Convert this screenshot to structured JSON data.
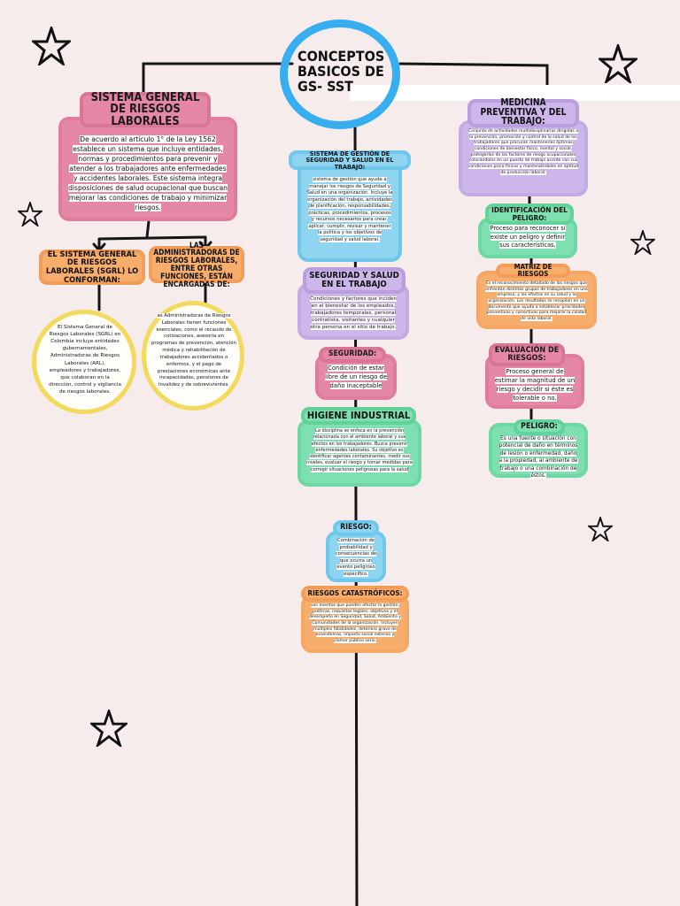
{
  "title": "CONCEPTOS BASICOS DE GS- SST",
  "left": {
    "sgrl_title": "SISTEMA GENERAL DE RIESGOS LABORALES",
    "sgrl_text": "De acuerdo al artículo 1° de la Ley 1562 establece un sistema que incluye entidades, normas y procedimientos para prevenir y atender a los trabajadores ante enfermedades y accidentes laborales. Este sistema integra disposiciones de salud ocupacional que buscan mejorar las condiciones de trabajo y minimizar riesgos.",
    "conforman_title": "EL SISTEMA GENERAL DE RIESGOS LABORALES (SGRL) LO CONFORMAN:",
    "conforman_text": "El Sistema General de Riesgos Laborales (SGRL) en Colombia incluye entidades gubernamentales, Administradoras de Riesgos Laborales (ARL), empleadores y trabajadores, que colaboran en la dirección, control y vigilancia de riesgos laborales.",
    "admin_title": "LAS ADMINISTRADORAS DE RIESGOS LABORALES, ENTRE OTRAS FUNCIONES, ESTÁN ENCARGADAS DE:",
    "admin_text": "as Administradoras de Riesgos Laborales tienen funciones esenciales, como el recaudo de cotizaciones, asesoría en programas de prevención, atención médica y rehabilitación de trabajadores accidentados o enfermos, y el pago de prestaciones económicas ante incapacidades, pensiones de invalidez y de sobrevivientes."
  },
  "center": {
    "sgsst_title": "SISTEMA DE GESTIÓN DE SEGURIDAD Y SALUD EN EL TRABAJO:",
    "sgsst_text": "sistema de gestión que ayuda a manejar los riesgos de Seguridad y Salud en una organización. Incluye la organización del trabajo, actividades de planificación, responsabilidades, prácticas, procedimientos, procesos y recursos necesarios para crear, aplicar, cumplir, revisar y mantener la política y los objetivos de seguridad y salud laboral.",
    "sst_title": "SEGURIDAD Y SALUD EN EL TRABAJO",
    "sst_text": "Condiciones y factores que inciden en el bienestar de los empleados, trabajadores temporales, personal contratista, visitantes y cualquier otra persona en el sitio de trabajo.",
    "seguridad_title": "SEGURIDAD:",
    "seguridad_text": "Condición de estar libre de un riesgo de daño inaceptable",
    "higiene_title": "HIGIENE INDUSTRIAL",
    "higiene_text": "La disciplina se enfoca en la prevención relacionada con el ambiente laboral y sus efectos en los trabajadores. Busca prevenir enfermedades laborales. Su objetivo es identificar agentes contaminantes, medir sus niveles, evaluar el riesgo y tomar medidas para corregir situaciones peligrosas para la salud",
    "riesgo_title": "RIESGO:",
    "riesgo_text": "Combinación de probabilidad y consecuencias de que ocurra un evento peligroso específico.",
    "catas_title": "RIESGOS CATASTRÓFICOS:",
    "catas_text": "son eventos que pueden afectar la gestión, políticas, requisitos legales, objetivos y el desempeño en Seguridad, Salud, Ambiente y Comunidades de la organización. Incluyen múltiples fatalidades, deterioro grave de ecosistemas, impacto social extenso y clamor público serio."
  },
  "right": {
    "medicina_title": "MEDICINA PREVENTIVA Y DEL TRABAJO:",
    "medicina_text": "Conjunto de actividades multidisciplinarias dirigidas a la prevención, promoción y control de la salud de los trabajadores que procuran mantenerles óptimas condiciones de bienestar físico, mental y social, protegerlos de los factores de riesgo ocupacionales colocándolos en un puesto de trabajo acorde con sus condiciones psico-físicas y manteniéndolos en aptitud de producción laboral.",
    "identif_title": "IDENTIFICACIÓN DEL PELIGRO:",
    "identif_text": "Proceso para reconocer si existe un peligro y definir sus características.",
    "matriz_title": "MATRIZ DE RIESGOS",
    "matriz_text": "Es el reconocimiento detallado de los riesgos que enfrentan distintos grupos de trabajadores en una empresa, y los efectos en su salud y la organización. Los resultados se recopilan en un documento que ayuda a establecer prioridades preventivas y correctivas para mejorar la calidad de vida laboral.",
    "evaluacion_title": "EVALUACIÓN DE RIESGOS:",
    "evaluacion_text": "Proceso general de estimar la magnitud de un riesgo y decidir si éste es tolerable o no.",
    "peligro_title": "PELIGRO:",
    "peligro_text": "Es una fuente o situación con potencial de daño en términos de lesión o enfermedad, daño a la propiedad, al ambiente de trabajo o una combinación de éstos."
  },
  "colors": {
    "pink": "#e588a6",
    "blue": "#8fd5f2",
    "purple": "#cdb6ea",
    "green": "#7ee0b0",
    "orange": "#f7ad6c",
    "yellow": "#f3d95c",
    "title_ring": "#36aef0"
  },
  "icons": [
    "star-icon"
  ]
}
